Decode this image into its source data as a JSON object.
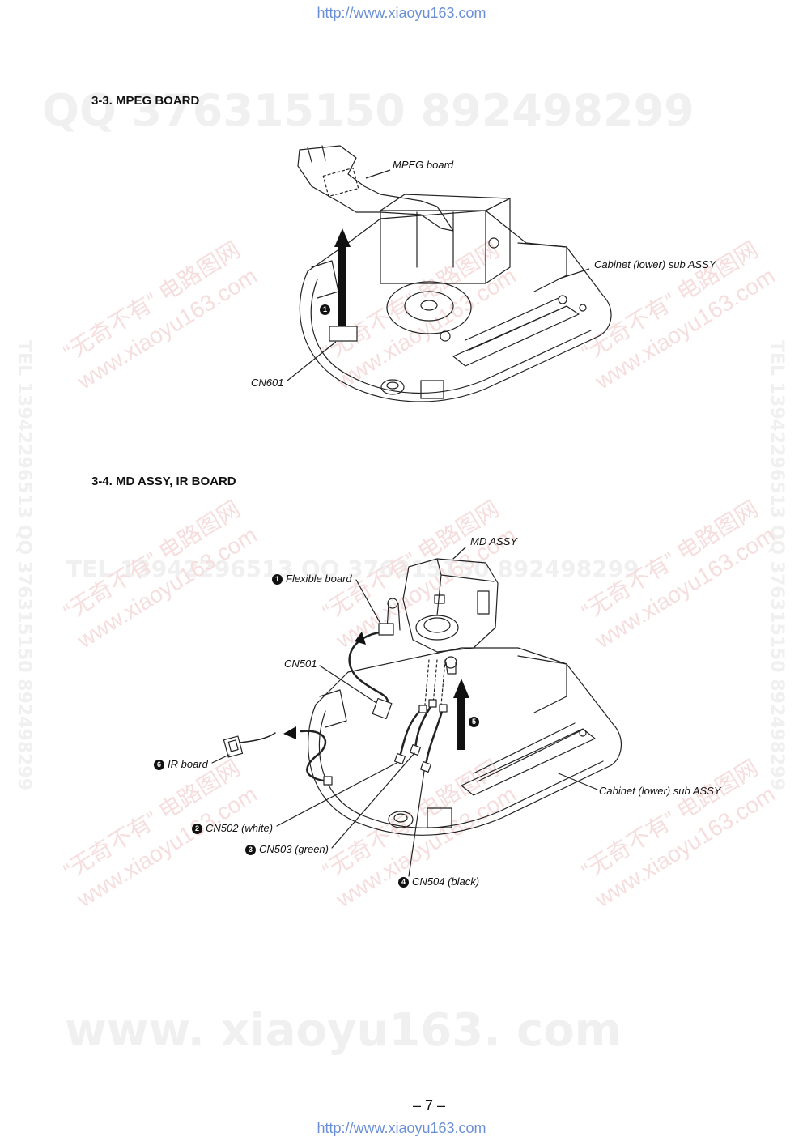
{
  "header": {
    "url": "http://www.xiaoyu163.com"
  },
  "footer": {
    "url": "http://www.xiaoyu163.com",
    "page_number": "– 7 –"
  },
  "watermarks": {
    "qq_line": "QQ 376315150   892498299",
    "tel_line": "TEL 13942296513   QQ 376315150   892498299",
    "site_line": "www. xiaoyu163. com",
    "diag_cn": "“无奇不有” 电路图网",
    "diag_site": "www.xiaoyu163.com",
    "vertical": "TEL 13942296513  QQ 376315150  892498299"
  },
  "section_33": {
    "title": "3-3. MPEG BOARD",
    "labels": {
      "mpeg_board": "MPEG board",
      "cabinet": "Cabinet (lower) sub ASSY",
      "cn601": "CN601",
      "step1": "1"
    }
  },
  "section_34": {
    "title": "3-4. MD ASSY, IR BOARD",
    "labels": {
      "md_assy": "MD ASSY",
      "flexible_board": "Flexible board",
      "flexible_num": "1",
      "cn501": "CN501",
      "ir_board": "IR board",
      "ir_num": "6",
      "cn502": "CN502 (white)",
      "cn502_num": "2",
      "cn503": "CN503 (green)",
      "cn503_num": "3",
      "cn504": "CN504 (black)",
      "cn504_num": "4",
      "step5": "5",
      "cabinet": "Cabinet (lower) sub ASSY"
    }
  }
}
